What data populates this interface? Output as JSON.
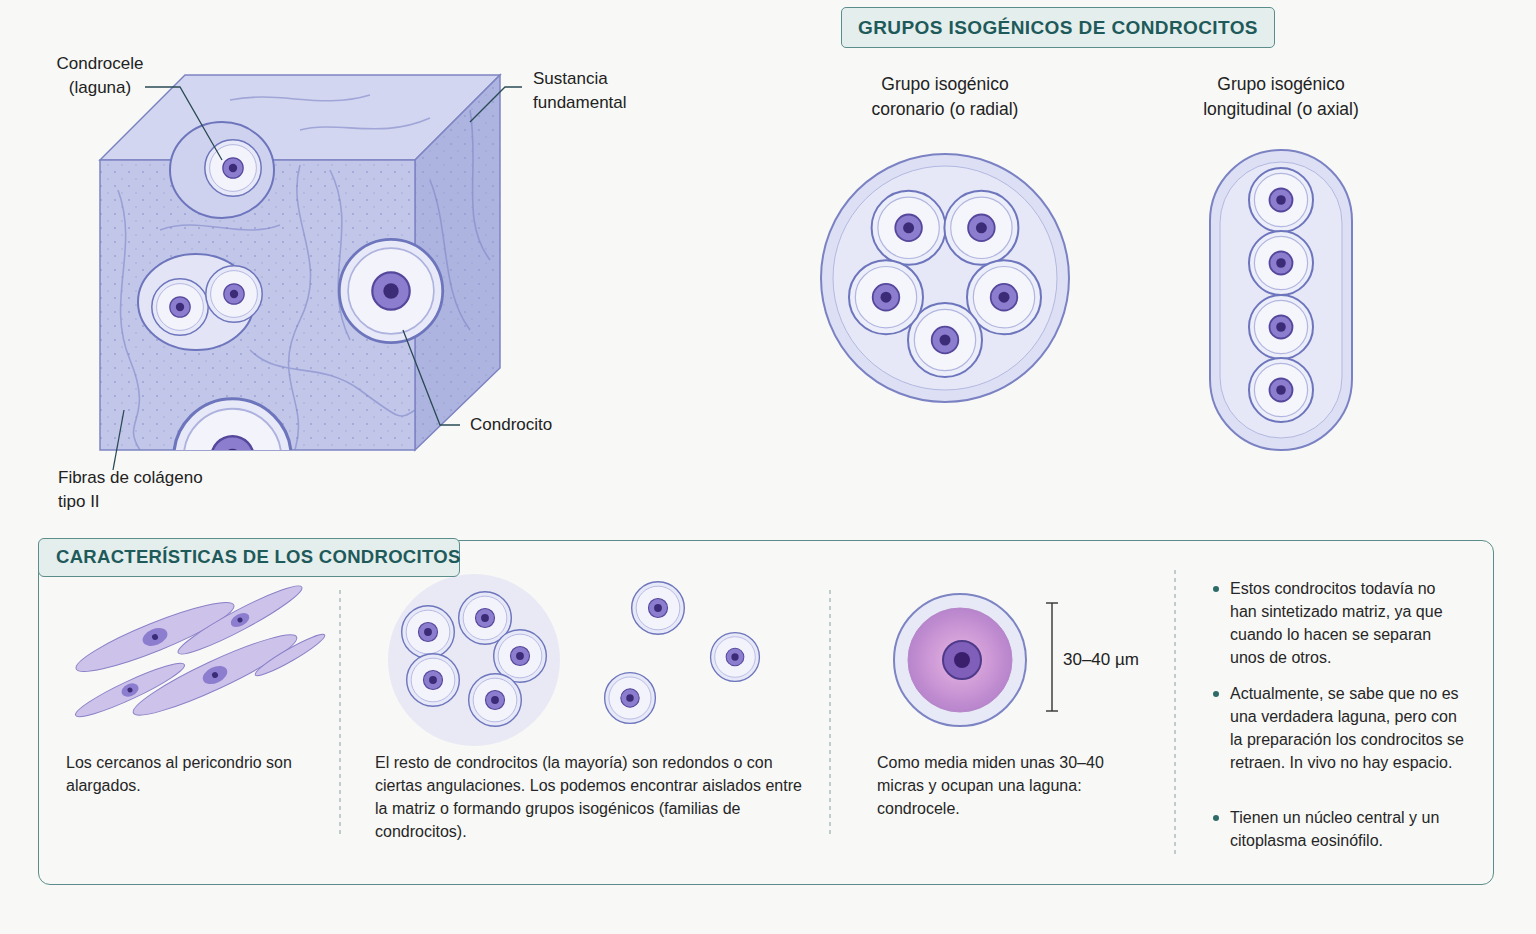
{
  "diagram": {
    "nodes": [
      {
        "text": [
          "GRUPOS ISOGÉNICOS DE CONDROCITOS"
        ]
      },
      {
        "text": [
          "Grupo isogénico coronario (o radial)"
        ]
      },
      {
        "text": [
          "Grupo isogénico longitudinal (o axial)"
        ]
      },
      {
        "text": [
          "CARACTERÍSTICAS DE LOS CONDROCITOS",
          "Los cercanos al pericondrio son alargados.",
          "El resto de condrocitos (la mayoría) son redondos o con ciertas angulaciones. Los podemos encontrar aislados entre la matriz o formando grupos isogénicos (familias de condrocitos).",
          "Como media miden unas 30–40 micras y ocupan una laguna: condrocele.",
          "Estos condrocitos todavía no han sintetizado matriz, ya que cuando lo hacen se separan unos de otros.",
          "Actualmente, se sabe que no es una verdadera laguna, pero con la preparación los condrocitos se retraen. In vivo no hay espacio.",
          "Tienen un núcleo central y un citoplasma eosinófilo."
        ]
      }
    ],
    "labels": [
      "Condrocele (laguna)",
      "Sustancia fundamental",
      "Condrocito",
      "Fibras de colágeno tipo II",
      "30–40 µm"
    ]
  }
}
